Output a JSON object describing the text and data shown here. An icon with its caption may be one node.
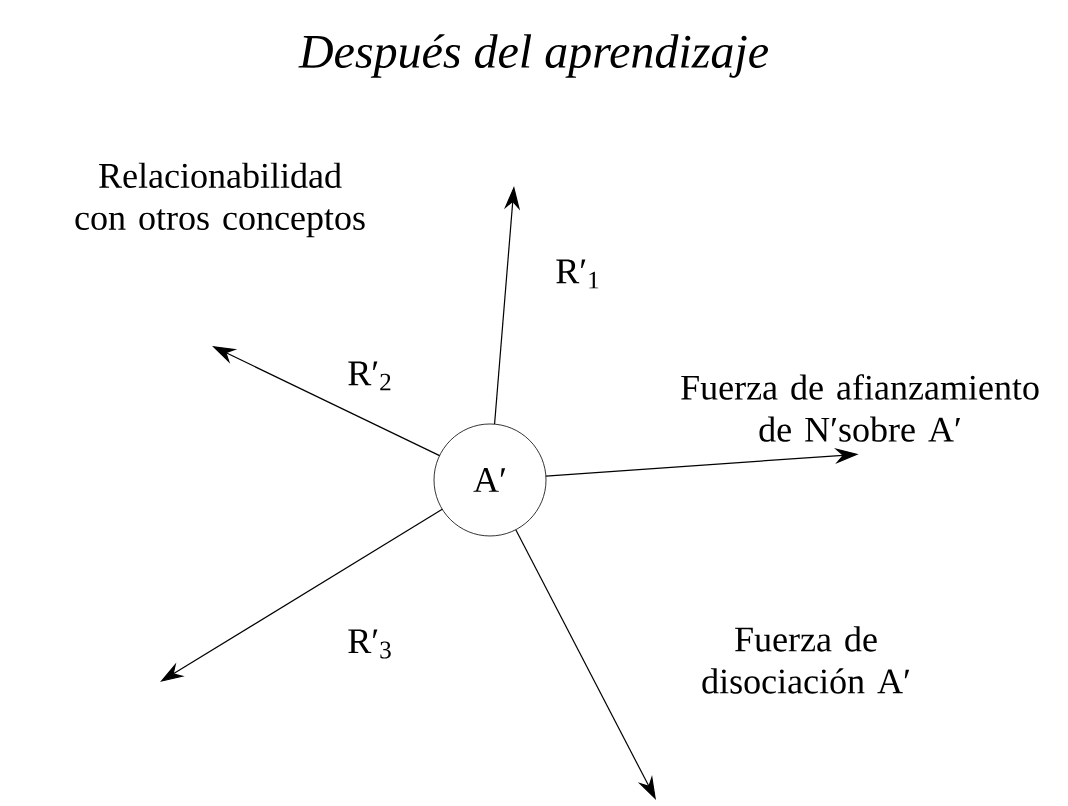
{
  "diagram": {
    "title": "Después del aprendizaje",
    "nodes": [
      {
        "text": [
          "A′"
        ]
      },
      {
        "text": [
          "Fuerza de afianzamiento de N′sobre A′"
        ]
      }
    ],
    "edges": [
      {
        "from": 0,
        "to": null,
        "arrow": "to",
        "label": "R′$_{1}$"
      },
      {
        "from": 0,
        "to": null,
        "arrow": "to",
        "label": "R′$_{2}$"
      },
      {
        "from": 0,
        "to": 1,
        "arrow": "to"
      },
      {
        "from": 0,
        "to": null,
        "arrow": "to",
        "label": "R′$_{3}$"
      },
      {
        "from": 0,
        "to": null,
        "arrow": "to",
        "label": "Fuerza de disociación A′"
      }
    ],
    "labels": [
      "Relacionabilidad con otros conceptos"
    ]
  }
}
